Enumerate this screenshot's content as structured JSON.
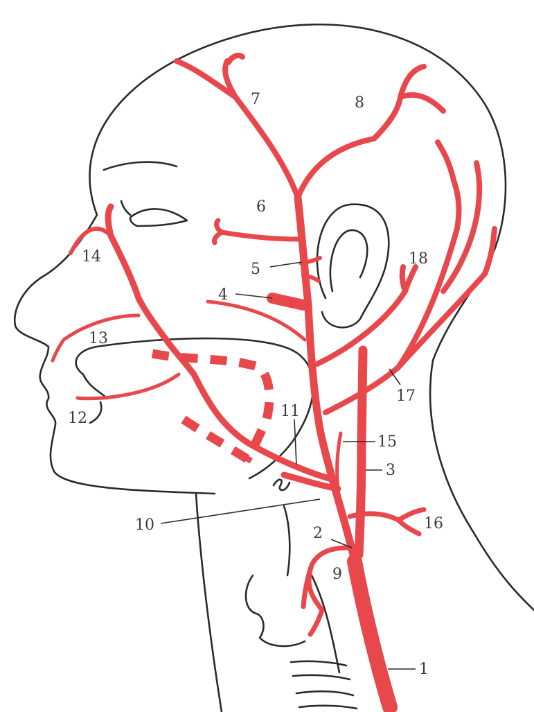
{
  "colors": {
    "artery": "#e8484b",
    "outline": "#2a2a2a",
    "label": "#3a3a3a",
    "background": "#ffffff"
  },
  "labels": {
    "l1": "1",
    "l2": "2",
    "l3": "3",
    "l4": "4",
    "l5": "5",
    "l6": "6",
    "l7": "7",
    "l8": "8",
    "l9": "9",
    "l10": "10",
    "l11": "11",
    "l12": "12",
    "l13": "13",
    "l14": "14",
    "l15": "15",
    "l16": "16",
    "l17": "17",
    "l18": "18"
  }
}
